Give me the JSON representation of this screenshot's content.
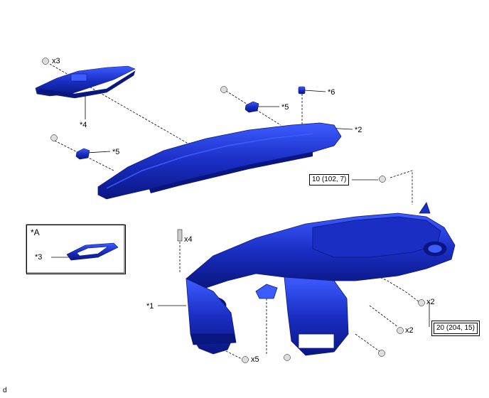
{
  "callouts": {
    "clip_qty_1": "x3",
    "part_4": "*4",
    "part_5_right": "*5",
    "part_6": "*6",
    "part_2": "*2",
    "part_5_left": "*5",
    "inset_title": "*A",
    "part_3": "*3",
    "bolt_qty_4": "x4",
    "part_1": "*1",
    "clip_qty_2a": "x2",
    "clip_qty_2b": "x2",
    "bolt_qty_5": "x5"
  },
  "torque": {
    "upper": "10 (102, 7)",
    "lower": "20 (204, 15)"
  },
  "corner_letter": "d",
  "colors": {
    "part_fill": "#1a2ec4",
    "part_dark": "#0a1680",
    "part_light": "#3d5cff",
    "line": "#000000"
  }
}
